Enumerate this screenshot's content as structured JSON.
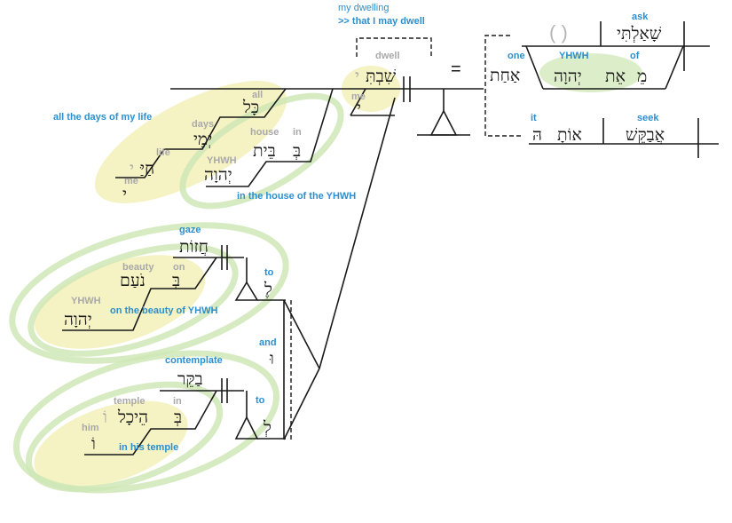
{
  "top": {
    "my_dwelling": "my dwelling",
    "that_i_may_dwell": ">> that I may dwell",
    "dwell": "dwell",
    "me_gray": "me",
    "shivti_heb": "שִׁבְתִּ",
    "shivti_suffix": "י",
    "me_heb": "י",
    "equals": "="
  },
  "right": {
    "ask": "ask",
    "paren": "( )",
    "shaalti": "שָׁאַלְתִּי",
    "one": "one",
    "achat": "אַחַת",
    "yhwh": "YHWH",
    "of": "of",
    "me_min": "מֵ",
    "et": "אֵת",
    "yhwh_heb": "יְהוָה",
    "it": "it",
    "seek": "seek",
    "otah": "אוֹתָ",
    "otah_h": "הּ",
    "avakesh": "אֲבַקֵּשׁ"
  },
  "days": {
    "caption": "all the days of my life",
    "all": "all",
    "kol": "כָּל",
    "days": "days",
    "yemei": "יְמֵי",
    "life": "life",
    "chayyai": "חַיַּ",
    "chayyai_suffix": "י",
    "me": "me",
    "me_heb": "י"
  },
  "house": {
    "caption": "in the house of the YHWH",
    "house": "house",
    "in": "in",
    "beit": "בֵּית",
    "be": "בְּ",
    "yhwh": "YHWH",
    "yhwh_heb": "יְהוָה"
  },
  "gaze": {
    "gaze": "gaze",
    "chazot": "חֲזוֹת",
    "beauty": "beauty",
    "on": "on",
    "noam": "נֹעַם",
    "be": "בְּ",
    "yhwh": "YHWH",
    "yhwh_heb": "יְהוָה",
    "caption": "on the beauty of YHWH",
    "to": "to",
    "le": "לֶ"
  },
  "contemplate": {
    "and": "and",
    "ve": "וּ",
    "contemplate": "contemplate",
    "bakker": "בַקֵּר",
    "temple": "temple",
    "in": "in",
    "heichal": "הֵיכָל",
    "heichal_suffix": "וֹ",
    "be": "בְּ",
    "him": "him",
    "him_heb": "וֹ",
    "caption": "in his temple",
    "to": "to",
    "le": "לְ"
  },
  "colors": {
    "label_blue": "#2b8fd0",
    "gray": "#a9a9a9",
    "yellow_highlight": "#f3f0b9",
    "green_highlight": "#cfe8b6"
  }
}
